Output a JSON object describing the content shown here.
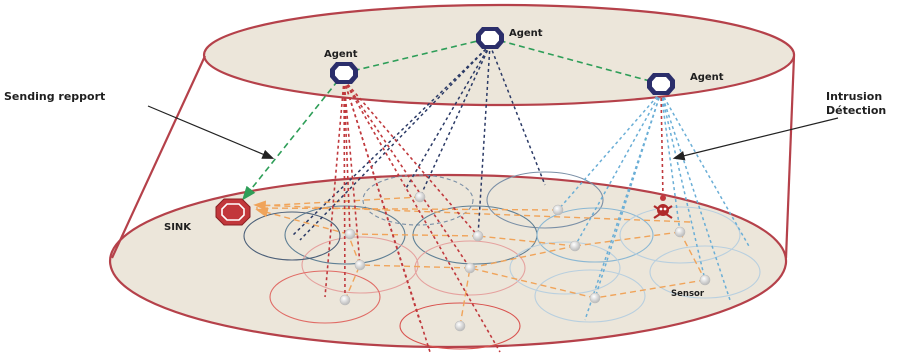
{
  "labels": {
    "agent_left": "Agent",
    "agent_top": "Agent",
    "agent_right": "Agent",
    "sending_report": "Sending repport",
    "intrusion_line1": "Intrusion",
    "intrusion_line2": "Détection",
    "sink": "SINK",
    "sensor": "Sensor"
  },
  "colors": {
    "frame": "#b5414a",
    "surface": "#ece6da",
    "agent_icon": "#2b2e6b",
    "sink_icon": "#c2373b",
    "sensor_node": "#e8e8e8",
    "link_green": "#2e9e58",
    "link_red": "#c0393d",
    "link_navy": "#2b3a66",
    "link_blue": "#6aaed6",
    "link_orange": "#f0a45a",
    "arrow": "#222222"
  },
  "icons": {
    "agent": "agent-octagon-icon",
    "sink": "sink-octagon-icon",
    "intrusion": "skull-crossbones-icon",
    "sensor": "sensor-node-icon"
  }
}
